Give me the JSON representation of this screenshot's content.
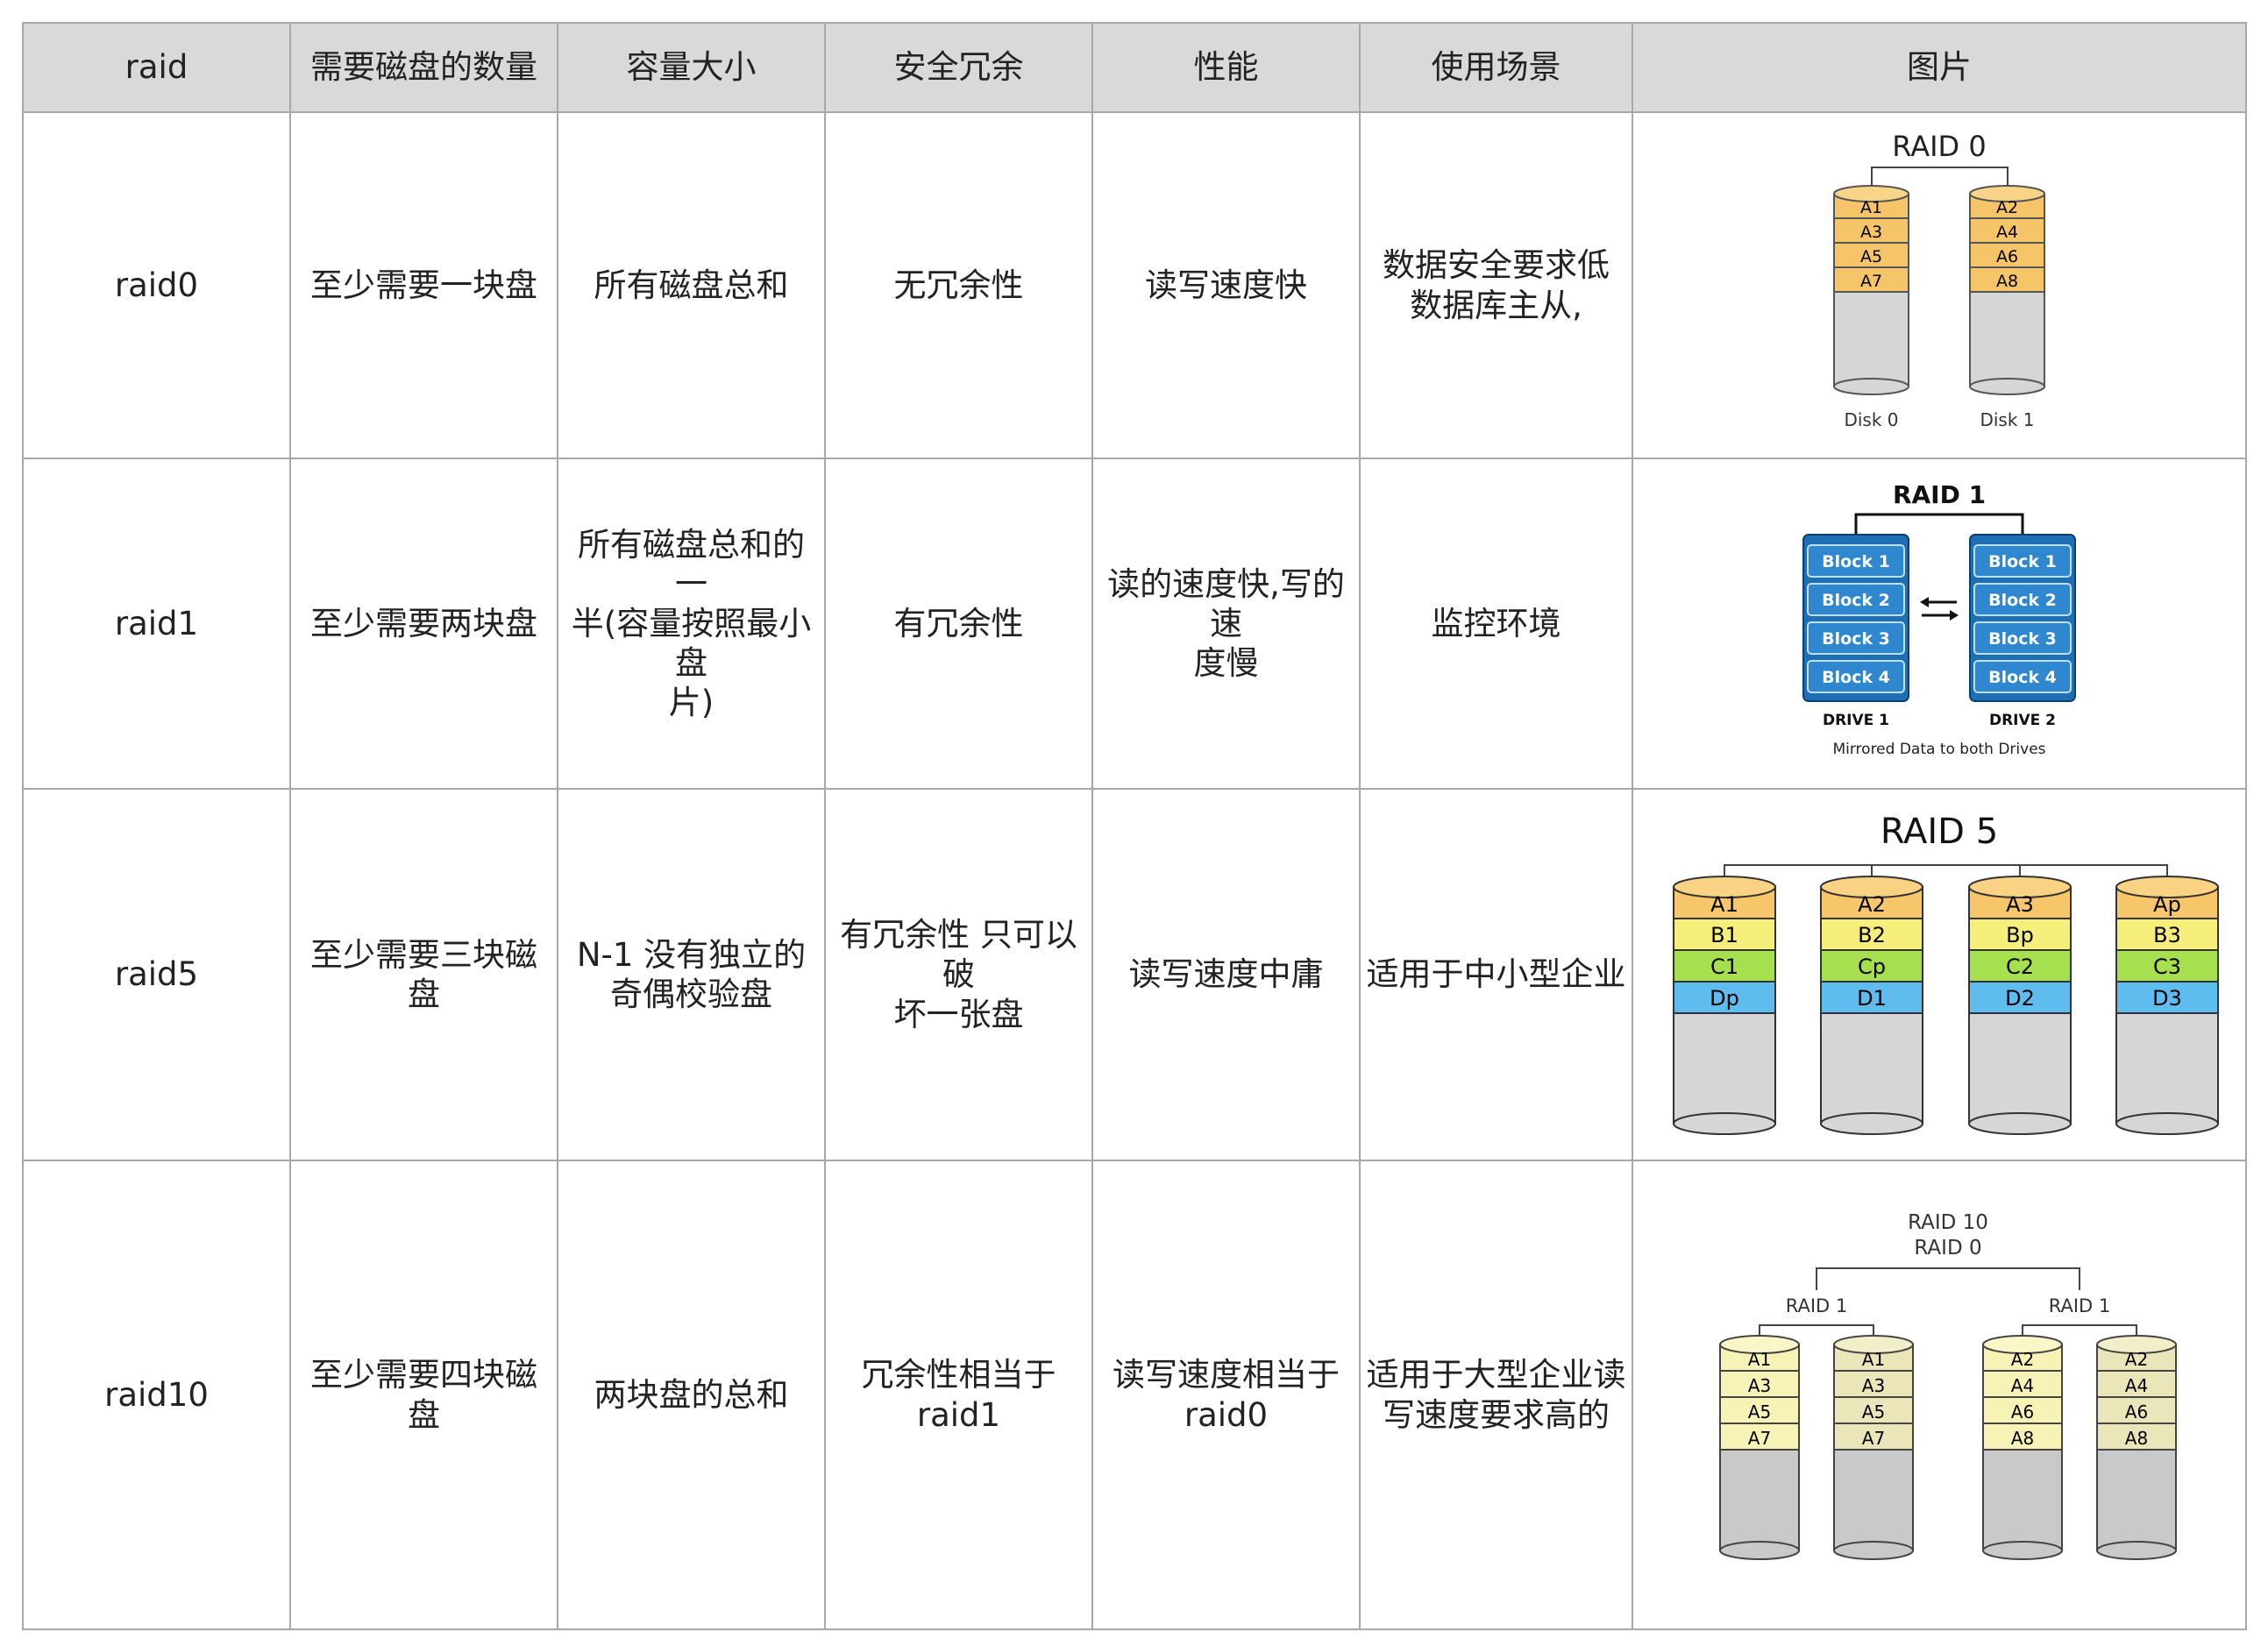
{
  "table": {
    "headers": [
      "raid",
      "需要磁盘的数量",
      "容量大小",
      "安全冗余",
      "性能",
      "使用场景",
      "图片"
    ],
    "rows": [
      {
        "raid": "raid0",
        "disks": "至少需要一块盘",
        "capacity": "所有磁盘总和",
        "redundancy": "无冗余性",
        "performance": "读写速度快",
        "scenario_lines": [
          "数据安全要求低",
          "数据库主从,"
        ]
      },
      {
        "raid": "raid1",
        "disks": "至少需要两块盘",
        "capacity_lines": [
          "所有磁盘总和的一",
          "半(容量按照最小盘",
          "片)"
        ],
        "redundancy": "有冗余性",
        "performance_lines": [
          "读的速度快,写的速",
          "度慢"
        ],
        "scenario": "监控环境"
      },
      {
        "raid": "raid5",
        "disks": "至少需要三块磁盘",
        "capacity_lines": [
          "N-1  没有独立的",
          "奇偶校验盘"
        ],
        "redundancy_lines": [
          "有冗余性 只可以破",
          "坏一张盘"
        ],
        "performance": "读写速度中庸",
        "scenario": "适用于中小型企业"
      },
      {
        "raid": "raid10",
        "disks": "至少需要四块磁盘",
        "capacity": "两块盘的总和",
        "redundancy": "冗余性相当于raid1",
        "performance_lines": [
          "读写速度相当于",
          "raid0"
        ],
        "scenario_lines": [
          "适用于大型企业读",
          "写速度要求高的"
        ]
      }
    ]
  },
  "diagrams": {
    "raid0": {
      "title": "RAID 0",
      "disk0_blocks": [
        "A1",
        "A3",
        "A5",
        "A7"
      ],
      "disk1_blocks": [
        "A2",
        "A4",
        "A6",
        "A8"
      ],
      "disk0_label": "Disk 0",
      "disk1_label": "Disk 1",
      "block_color": "#f6c56a"
    },
    "raid1": {
      "title": "RAID 1",
      "blocks": [
        "Block 1",
        "Block 2",
        "Block 3",
        "Block 4"
      ],
      "drive1_label": "DRIVE 1",
      "drive2_label": "DRIVE 2",
      "caption": "Mirrored Data to both Drives",
      "block_color": "#2f87cf"
    },
    "raid5": {
      "title": "RAID 5",
      "disk1": [
        "A1",
        "B1",
        "C1",
        "Dp"
      ],
      "disk2": [
        "A2",
        "B2",
        "Cp",
        "D1"
      ],
      "disk3": [
        "A3",
        "Bp",
        "C2",
        "D2"
      ],
      "disk4": [
        "Ap",
        "B3",
        "C3",
        "D3"
      ],
      "colors": [
        "#f8c66a",
        "#f5ee7a",
        "#a7e04e",
        "#5fbcef"
      ]
    },
    "raid10": {
      "title_top": "RAID 10",
      "title_sub": "RAID 0",
      "group_label_left": "RAID 1",
      "group_label_right": "RAID 1",
      "left_blocks": [
        "A1",
        "A3",
        "A5",
        "A7"
      ],
      "right_blocks": [
        "A2",
        "A4",
        "A6",
        "A8"
      ],
      "block_colors": [
        "#f7f2b5",
        "#ebe6b9"
      ]
    }
  }
}
